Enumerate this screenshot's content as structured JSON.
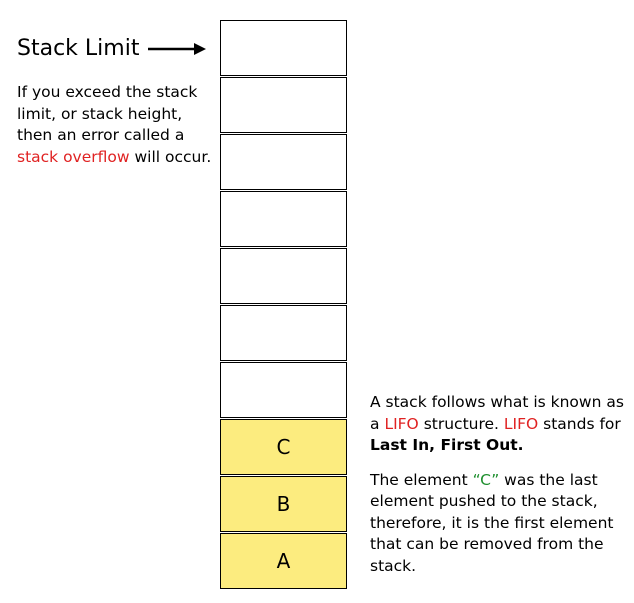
{
  "stack_limit_label": "Stack Limit",
  "overflow_note": {
    "before": "If you exceed the stack limit, or stack height, then an error called a ",
    "highlight": "stack overflow",
    "after": " will occur."
  },
  "lifo_note": {
    "p1_before": "A stack follows what is known as a ",
    "p1_highlight1": "LIFO",
    "p1_middle": " structure. ",
    "p1_highlight2": "LIFO",
    "p1_after": " stands for ",
    "p1_bold": "Last In, First Out.",
    "p2_before": "The element ",
    "p2_highlight": "“C”",
    "p2_after": " was the last element pushed to the stack, therefore, it is the first element that can be removed from the stack."
  },
  "stack": {
    "cells": [
      "",
      "",
      "",
      "",
      "",
      "",
      "",
      "C",
      "B",
      "A"
    ]
  },
  "colors": {
    "filled_cell": "#fcec7f",
    "highlight_red": "#e02222",
    "highlight_green": "#1e8f2e"
  }
}
